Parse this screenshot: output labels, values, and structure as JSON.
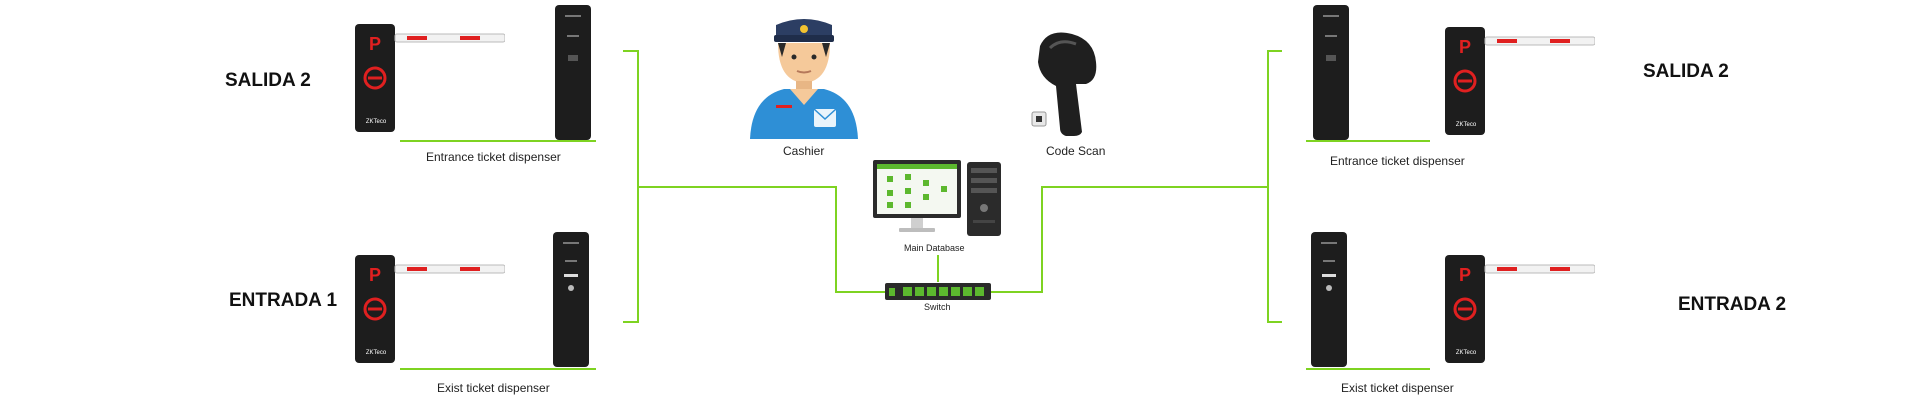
{
  "colors": {
    "link": "#7ed321",
    "device_body": "#1d1d1d",
    "barrier_stripe": "#e02020",
    "parking_sign": "#e02020",
    "screen_accent": "#5cb82e",
    "uniform": "#2e8fd6"
  },
  "zones": {
    "salida_left": "SALIDA 2",
    "entrada_left": "ENTRADA 1",
    "salida_right": "SALIDA 2",
    "entrada_right": "ENTRADA 2"
  },
  "captions": {
    "entrance_left": "Entrance ticket dispenser",
    "exit_left": "Exist ticket dispenser",
    "entrance_right": "Entrance ticket dispenser",
    "exit_right": "Exist ticket dispenser",
    "cashier": "Cashier",
    "code_scan": "Code Scan",
    "main_database": "Main Database",
    "switch": "Switch"
  },
  "device_text": {
    "parking_sign": "P",
    "brand": "ZKTeco"
  },
  "icons": {
    "barrier": "barrier-gate-icon",
    "dispenser": "ticket-dispenser-icon",
    "cashier": "cashier-person-icon",
    "scanner": "barcode-scanner-icon",
    "database": "server-computer-icon",
    "switch": "network-switch-icon"
  }
}
